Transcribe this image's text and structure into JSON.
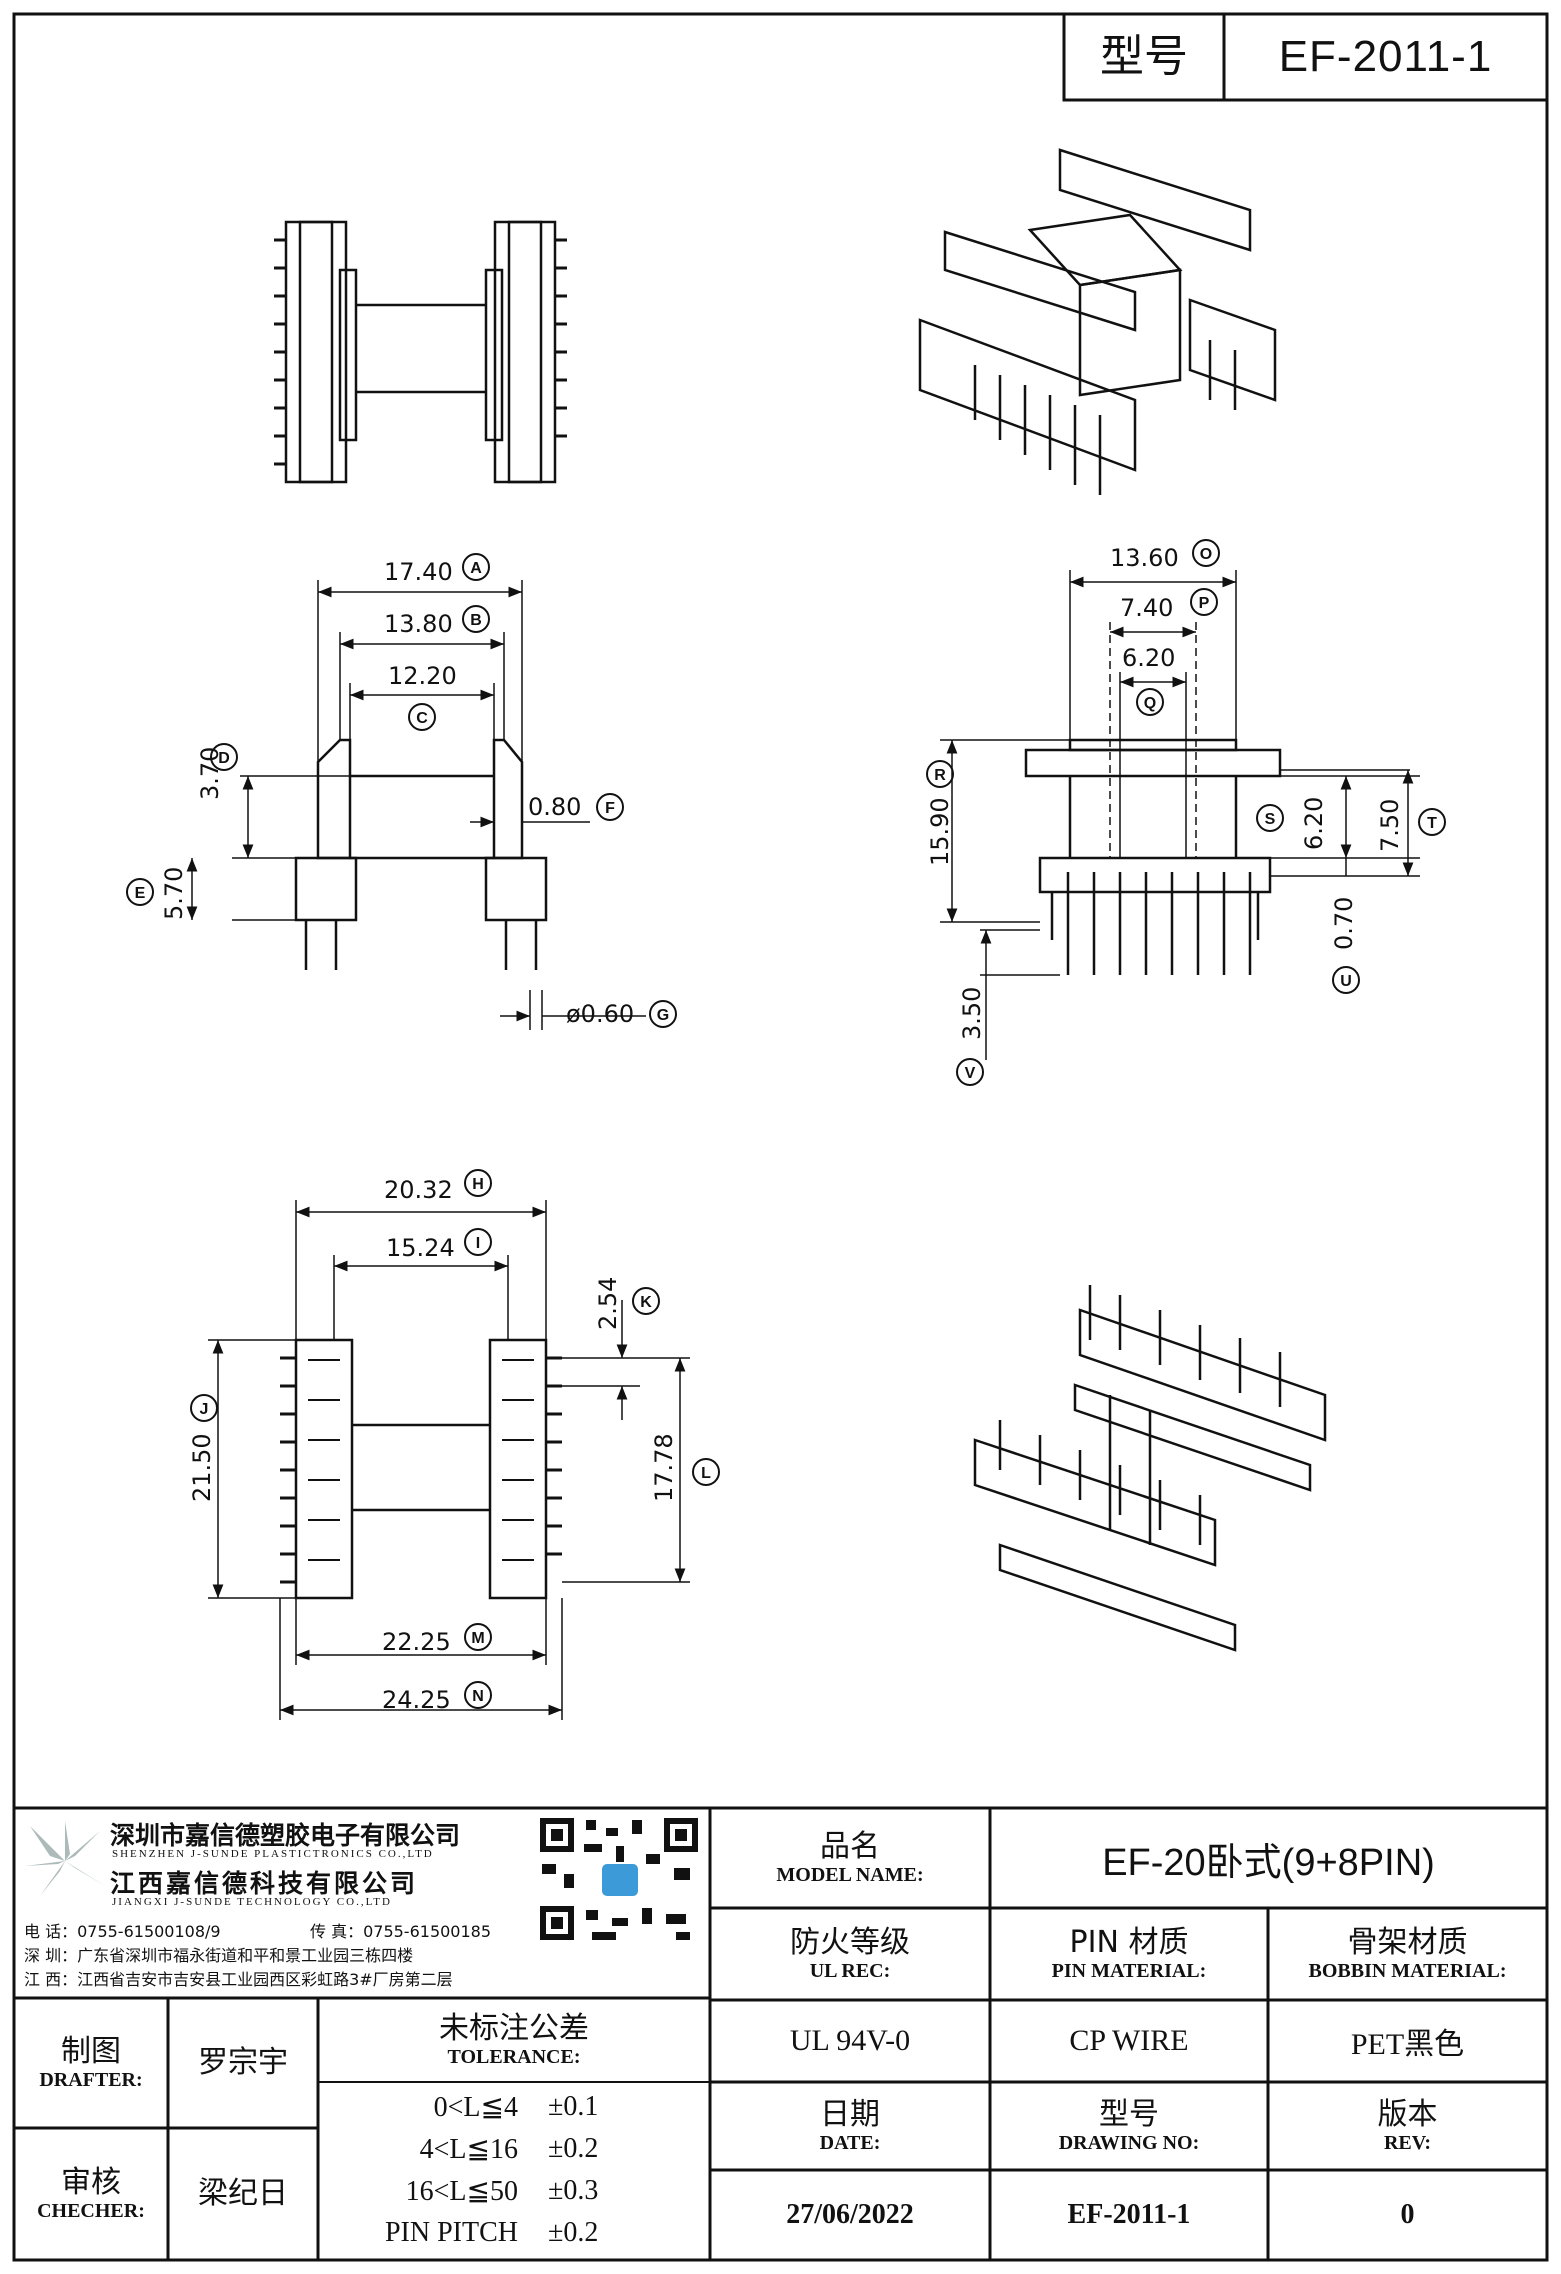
{
  "header": {
    "type_label": "型号",
    "model": "EF-2011-1"
  },
  "dimensions": {
    "A": "17.40",
    "B": "13.80",
    "C": "12.20",
    "D": "3.70",
    "E": "5.70",
    "F": "0.80",
    "G": "ø0.60",
    "H": "20.32",
    "I": "15.24",
    "J": "21.50",
    "K": "2.54",
    "L": "17.78",
    "M": "22.25",
    "N": "24.25",
    "O": "13.60",
    "P": "7.40",
    "Q": "6.20",
    "R": "15.90",
    "S": "6.20",
    "T": "7.50",
    "U": "0.70",
    "V": "3.50"
  },
  "company": {
    "sz_name": "深圳市嘉信德塑胶电子有限公司",
    "sz_en": "SHENZHEN J-SUNDE PLASTICTRONICS CO.,LTD",
    "jx_name": "江西嘉信德科技有限公司",
    "jx_en": "JIANGXI J-SUNDE TECHNOLOGY CO.,LTD",
    "phone": "电 话：0755-61500108/9",
    "fax": "传 真：0755-61500185",
    "sz_addr": "深 圳：广东省深圳市福永街道和平和景工业园三栋四楼",
    "jx_addr": "江 西：江西省吉安市吉安县工业园西区彩虹路3#厂房第二层"
  },
  "titleblock": {
    "model_name_zh": "品名",
    "model_name_en": "MODEL NAME:",
    "model_name_value": "EF-20卧式(9+8PIN)",
    "ul_zh": "防火等级",
    "ul_en": "UL REC:",
    "ul_value": "UL 94V-0",
    "pin_zh": "PIN 材质",
    "pin_en": "PIN MATERIAL:",
    "pin_value": "CP WIRE",
    "bobbin_zh": "骨架材质",
    "bobbin_en": "BOBBIN MATERIAL:",
    "bobbin_value": "PET黑色",
    "drafter_zh": "制图",
    "drafter_en": "DRAFTER:",
    "drafter_value": "罗宗宇",
    "checker_zh": "审核",
    "checker_en": "CHECHER:",
    "checker_value": "梁纪日",
    "tol_zh": "未标注公差",
    "tol_en": "TOLERANCE:",
    "tol_rows": [
      {
        "range": "0<L≦4",
        "value": "±0.1"
      },
      {
        "range": "4<L≦16",
        "value": "±0.2"
      },
      {
        "range": "16<L≦50",
        "value": "±0.3"
      },
      {
        "range": "PIN PITCH",
        "value": "±0.2"
      }
    ],
    "date_zh": "日期",
    "date_en": "DATE:",
    "date_value": "27/06/2022",
    "dwg_zh": "型号",
    "dwg_en": "DRAWING NO:",
    "dwg_value": "EF-2011-1",
    "rev_zh": "版本",
    "rev_en": "REV:",
    "rev_value": "0"
  }
}
